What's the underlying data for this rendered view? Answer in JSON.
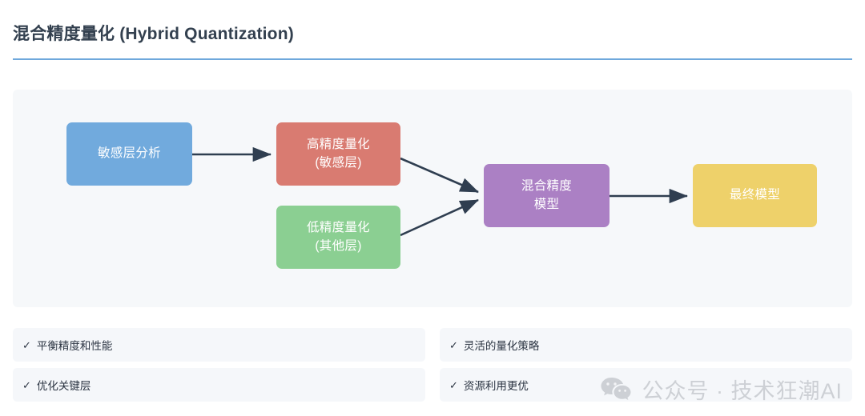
{
  "header": {
    "title": "混合精度量化 (Hybrid Quantization)",
    "rule_color": "#6fa8dc",
    "title_color": "#33404f"
  },
  "diagram": {
    "background": "#f6f8fa",
    "arrow_color": "#2f3e50",
    "nodes": [
      {
        "id": "sensitive-analysis",
        "label": "敏感层分析",
        "color": "#71aadd"
      },
      {
        "id": "high-precision",
        "label": "高精度量化\n(敏感层)",
        "line1": "高精度量化",
        "line2": "(敏感层)",
        "color": "#d97b71"
      },
      {
        "id": "low-precision",
        "label": "低精度量化\n(其他层)",
        "line1": "低精度量化",
        "line2": "(其他层)",
        "color": "#8bcf92"
      },
      {
        "id": "mixed-precision",
        "label": "混合精度\n模型",
        "line1": "混合精度",
        "line2": "模型",
        "color": "#ab80c4"
      },
      {
        "id": "final-model",
        "label": "最终模型",
        "color": "#eed16a"
      }
    ],
    "edges": [
      {
        "from": "sensitive-analysis",
        "to": "high-precision"
      },
      {
        "from": "high-precision",
        "to": "mixed-precision"
      },
      {
        "from": "low-precision",
        "to": "mixed-precision"
      },
      {
        "from": "mixed-precision",
        "to": "final-model"
      }
    ]
  },
  "features": {
    "check_glyph": "✓",
    "items": [
      {
        "label": "平衡精度和性能"
      },
      {
        "label": "灵活的量化策略"
      },
      {
        "label": "优化关键层"
      },
      {
        "label": "资源利用更优"
      }
    ]
  },
  "watermark": {
    "text": "公众号 · 技术狂潮AI",
    "color": "#c9ccd1",
    "icon": "wechat-icon"
  }
}
